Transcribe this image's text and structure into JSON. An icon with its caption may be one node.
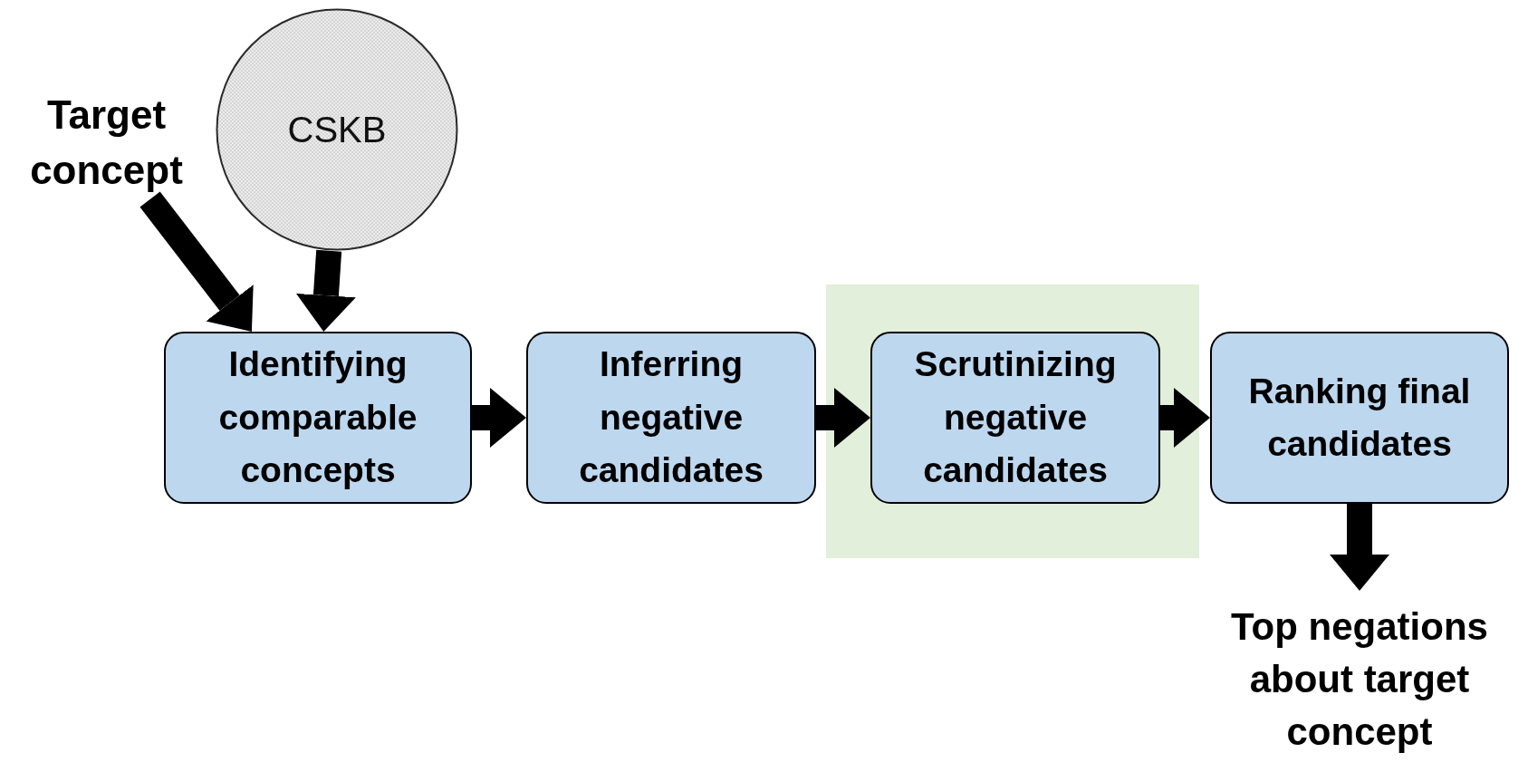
{
  "diagram": {
    "nodes": [
      {
        "text": [
          "Target concept"
        ]
      },
      {
        "text": [
          "CSKB"
        ]
      },
      {
        "text": [
          "Identifying comparable concepts"
        ]
      },
      {
        "text": [
          "Inferring negative candidates"
        ]
      },
      {
        "text": [
          "Scrutinizing negative candidates"
        ]
      },
      {
        "text": [
          "Ranking final candidates"
        ]
      },
      {
        "text": [
          "Top negations about target concept"
        ]
      }
    ],
    "edges": [
      {
        "from": 0,
        "to": 2,
        "arrow": "to"
      },
      {
        "from": 1,
        "to": 2,
        "arrow": "to"
      },
      {
        "from": 2,
        "to": 3,
        "arrow": "to"
      },
      {
        "from": 3,
        "to": 4,
        "arrow": "to"
      },
      {
        "from": 4,
        "to": 5,
        "arrow": "to"
      },
      {
        "from": 5,
        "to": 6,
        "arrow": "to"
      }
    ]
  }
}
